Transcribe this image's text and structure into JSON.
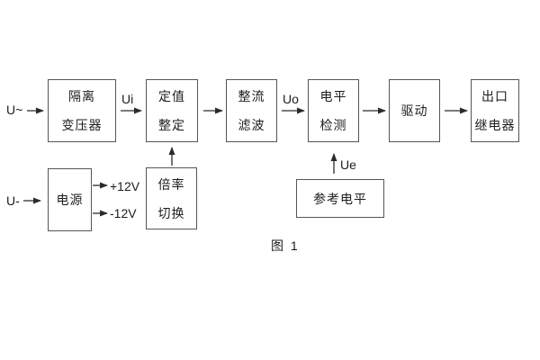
{
  "diagram": {
    "caption": "图 1",
    "blocks": [
      {
        "id": "isolation-transformer",
        "lines": [
          "隔离",
          "变压器"
        ]
      },
      {
        "id": "value-setting",
        "lines": [
          "定值",
          "整定"
        ]
      },
      {
        "id": "rectifier-filter",
        "lines": [
          "整流",
          "滤波"
        ]
      },
      {
        "id": "level-detection",
        "lines": [
          "电平",
          "检测"
        ]
      },
      {
        "id": "drive",
        "lines": [
          "驱动"
        ]
      },
      {
        "id": "output-relay",
        "lines": [
          "出口",
          "继电器"
        ]
      },
      {
        "id": "power-supply",
        "lines": [
          "电源"
        ]
      },
      {
        "id": "ratio-switch",
        "lines": [
          "倍率",
          "切换"
        ]
      },
      {
        "id": "reference-level",
        "lines": [
          "参考电平"
        ]
      }
    ],
    "signal_labels": {
      "ac_input": "U~",
      "dc_input": "U-",
      "ui": "Ui",
      "uo": "Uo",
      "ue": "Ue",
      "pos_rail": "+12V",
      "neg_rail": "-12V"
    },
    "colors": {
      "background": "#ffffff",
      "box_border": "#555555",
      "line": "#2b2b2b",
      "text": "#1c1c1c"
    }
  }
}
